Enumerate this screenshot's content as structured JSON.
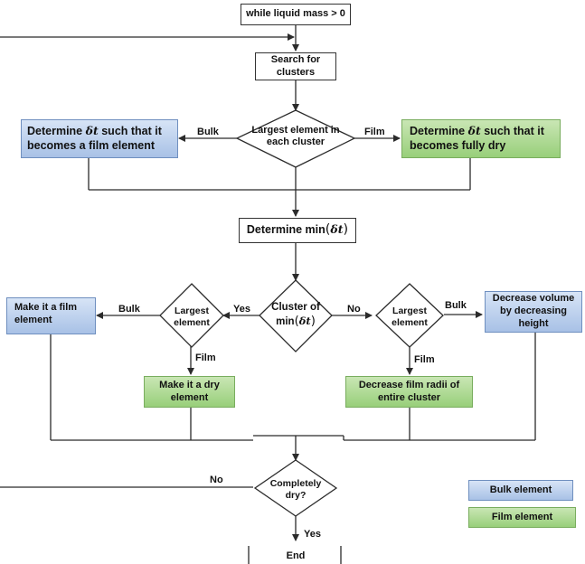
{
  "nodes": {
    "start": "while liquid mass > 0",
    "search": "Search for clusters",
    "decision_top": "Largest element in each cluster",
    "det_bulk_pre": "Determine",
    "det_bulk_post": "such that it becomes a film element",
    "det_film_pre": "Determine",
    "det_film_post": "such that it becomes fully dry",
    "det_min": "Determine min",
    "cluster_pre": "Cluster of",
    "cluster_min": "min",
    "left_decision": "Largest element",
    "right_decision": "Largest element",
    "make_film": "Make it a film element",
    "make_dry": "Make it a dry element",
    "decrease_film": "Decrease film radii of entire cluster",
    "decrease_volume": "Decrease volume by decreasing height",
    "completely_dry": "Completely dry?",
    "end": "End"
  },
  "math": {
    "delta_t": "δt"
  },
  "edges": {
    "bulk_top": "Bulk",
    "film_top": "Film",
    "yes_cluster": "Yes",
    "no_cluster": "No",
    "bulk_left": "Bulk",
    "film_left": "Film",
    "bulk_right": "Bulk",
    "film_right": "Film",
    "no_dry": "No",
    "yes_dry": "Yes"
  },
  "legend": {
    "bulk": "Bulk element",
    "film": "Film element"
  },
  "colors": {
    "bulk": "#a8c1e6",
    "film": "#98cf7a",
    "line": "#2b2b2b"
  }
}
